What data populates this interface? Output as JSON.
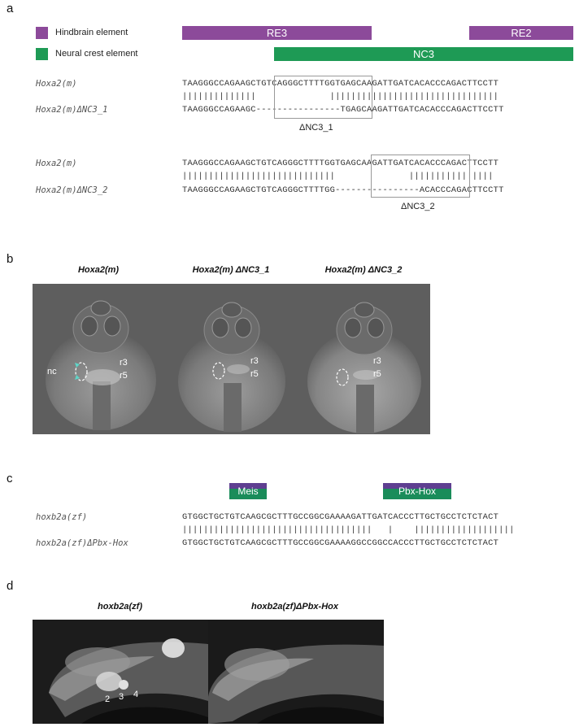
{
  "panels": {
    "a": "a",
    "b": "b",
    "c": "c",
    "d": "d"
  },
  "colors": {
    "hindbrain": "#8c4a9a",
    "neural_crest": "#1e9a55",
    "tf_top": "#5f3f91",
    "tf_bottom": "#1a8c5a"
  },
  "panel_a": {
    "legend": {
      "hindbrain": "Hindbrain element",
      "neural_crest": "Neural crest element"
    },
    "bars": {
      "re3": "RE3",
      "re2": "RE2",
      "nc3": "NC3"
    },
    "group1": {
      "label_wt": "Hoxa2(m)",
      "label_mut": "Hoxa2(m)ΔNC3_1",
      "seq_wt": "TAAGGGCCAGAAGCTGTCAGGGCTTTTGGTGAGCAAGATTGATCACACCCAGACTTCCTT",
      "bars_line": "||||||||||||||              ||||||||||||||||||||||||||||||||",
      "seq_mut": "TAAGGGCCAGAAGC----------------TGAGCAAGATTGATCACACCCAGACTTCCTT",
      "deletion_label": "ΔNC3_1"
    },
    "group2": {
      "label_wt": "Hoxa2(m)",
      "label_mut": "Hoxa2(m)ΔNC3_2",
      "seq_wt": "TAAGGGCCAGAAGCTGTCAGGGCTTTTGGTGAGCAAGATTGATCACACCCAGACTTCCTT",
      "bars_line": "|||||||||||||||||||||||||||||              ||||||||||||||||",
      "seq_mut": "TAAGGGCCAGAAGCTGTCAGGGCTTTTGG----------------ACACCCAGACTTCCTT",
      "deletion_label": "ΔNC3_2"
    }
  },
  "panel_b": {
    "titles": [
      "Hoxa2(m)",
      "Hoxa2(m) ΔNC3_1",
      "Hoxa2(m) ΔNC3_2"
    ],
    "annotations": {
      "nc": "nc",
      "r3": "r3",
      "r5": "r5"
    }
  },
  "panel_c": {
    "tf_meis": "Meis",
    "tf_pbxhox": "Pbx-Hox",
    "label_wt": "hoxb2a(zf)",
    "label_mut": "hoxb2a(zf)ΔPbx-Hox",
    "seq_wt": "GTGGCTGCTGTCAAGCGCTTTGCCGGCGAAAAGATTGATCACCCTTGCTGCCTCTCTACT",
    "bars_line": "||||||||||||||||||||||||||||||||||||   |    |||||||||||||||||||",
    "seq_mut": "GTGGCTGCTGTCAAGCGCTTTGCCGGCGAAAAGGCCGGCCACCCTTGCTGCCTCTCTACT"
  },
  "panel_d": {
    "titles": [
      "hoxb2a(zf)",
      "hoxb2a(zf)ΔPbx-Hox"
    ],
    "numbers": [
      "2",
      "3",
      "4"
    ]
  }
}
